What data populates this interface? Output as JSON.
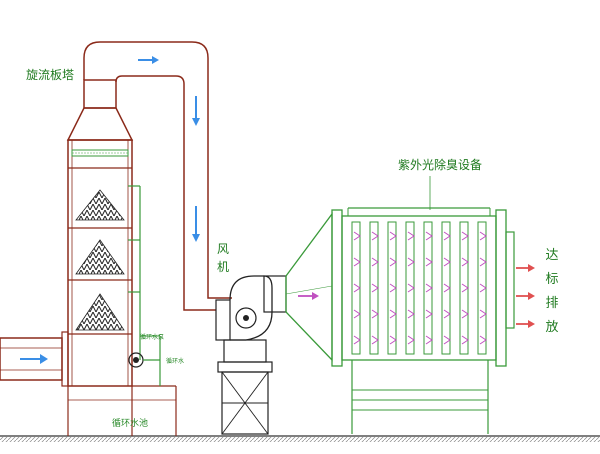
{
  "diagram": {
    "title": "",
    "labels": {
      "tower": "旋流板塔",
      "fan": "风机",
      "uv_equipment": "紫外光除臭设备",
      "discharge": "达标排放",
      "pool": "循环水池",
      "pump_a": "循环水泵",
      "pump_b": "循环水"
    }
  },
  "colors": {
    "pipe": "#8b2a1a",
    "equipment": "#3a9a3a",
    "flow_arrow": "#3a8ee6",
    "uv_arrow": "#c050c0",
    "exhaust_arrow": "#e05050",
    "label_text": "#1f7a1f",
    "ground": "#555555"
  },
  "icons": [
    "flow-arrow-icon",
    "uv-lamp-icon",
    "exhaust-arrow-icon"
  ]
}
